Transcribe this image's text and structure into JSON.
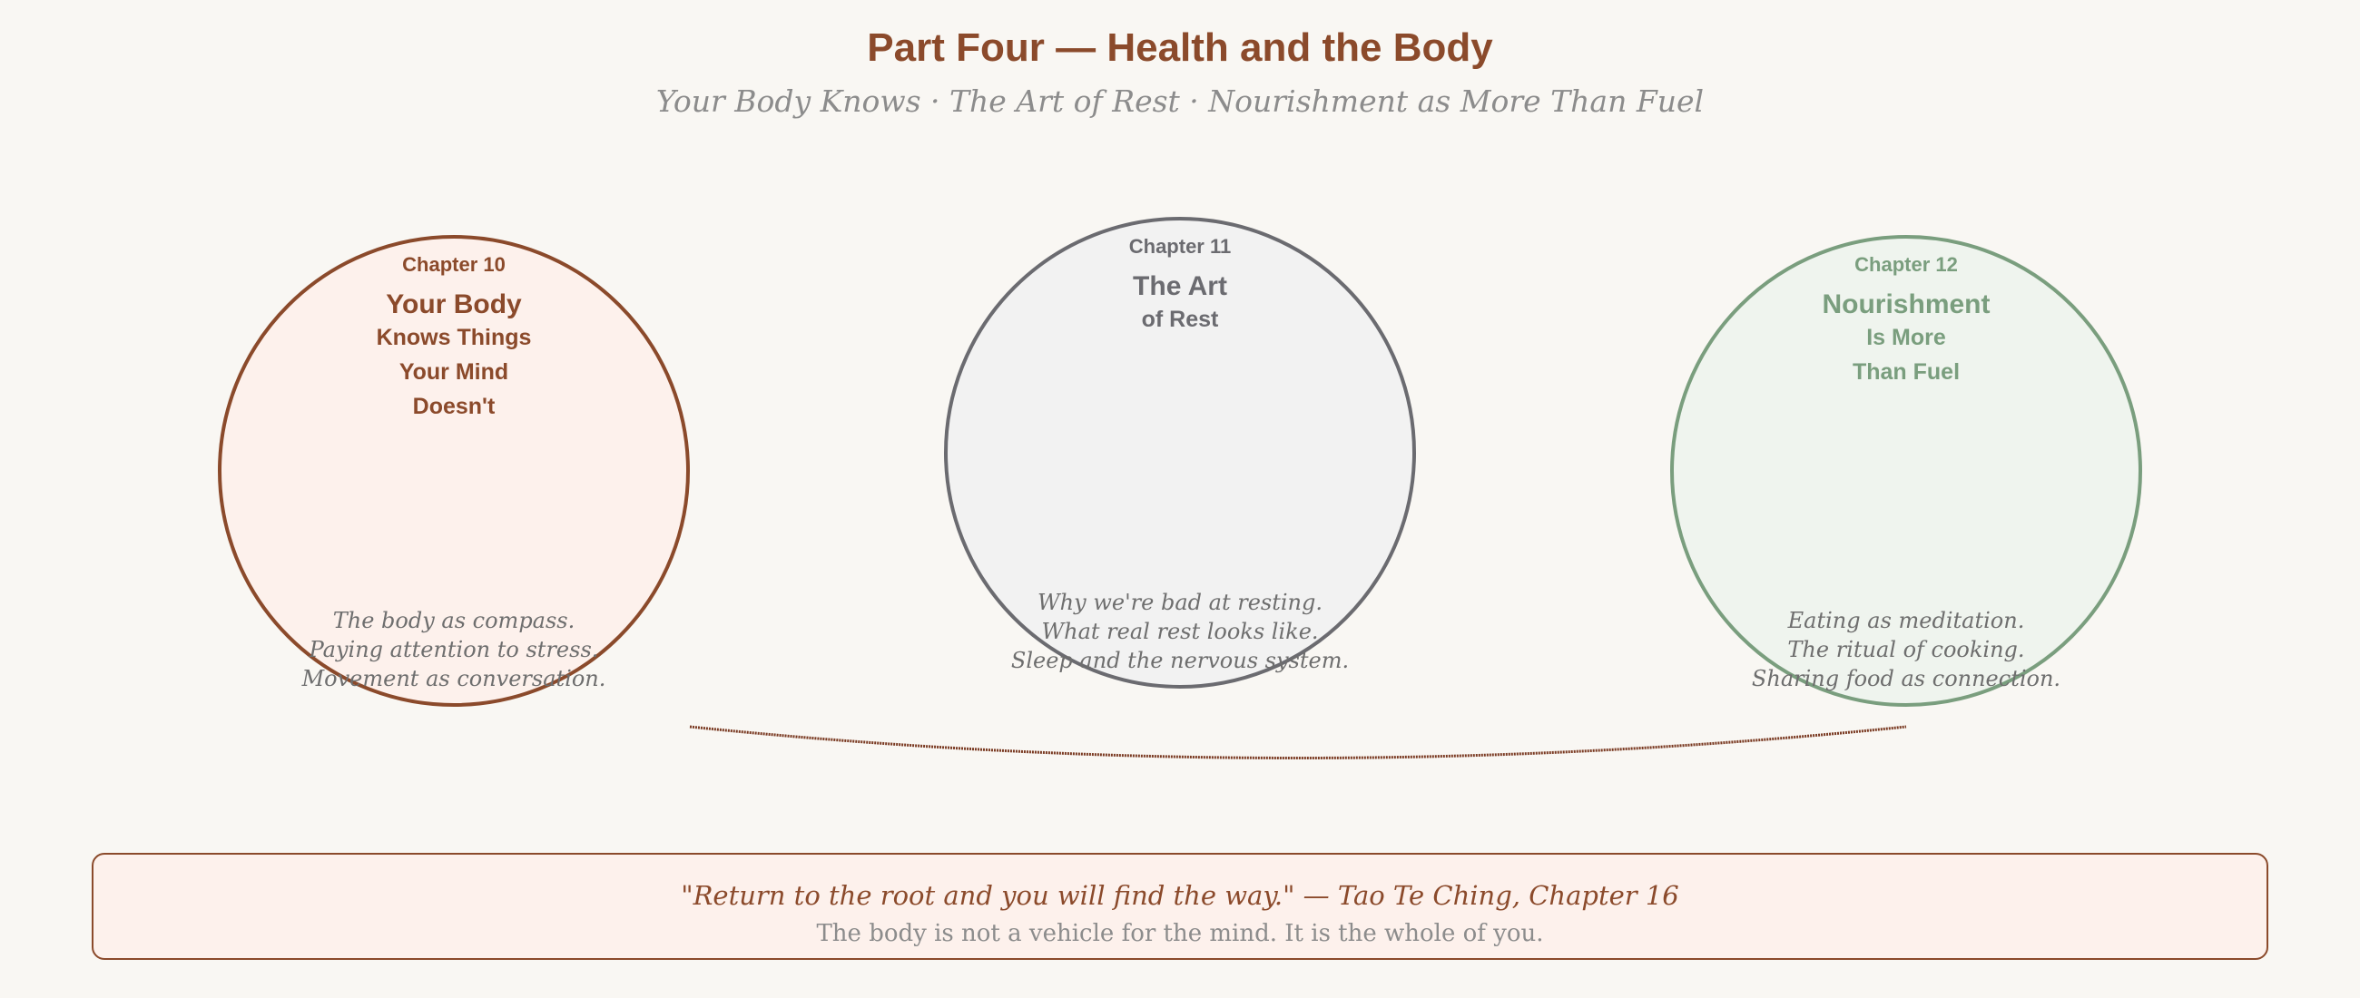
{
  "header": {
    "title": "Part Four — Health and the Body",
    "subtitle": "Your Body Knows · The Art of Rest · Nourishment as More Than Fuel"
  },
  "chapters": [
    {
      "number_label": "Chapter 10",
      "title_line1": "Your Body",
      "title_more": [
        "Knows Things",
        "Your Mind",
        "Doesn't"
      ],
      "topics": [
        "The body as compass.",
        "Paying attention to stress.",
        "Movement as conversation."
      ],
      "stroke": "#8b4a2b",
      "fill": "#fdf1ec"
    },
    {
      "number_label": "Chapter 11",
      "title_line1": "The Art",
      "title_more": [
        "of Rest"
      ],
      "topics": [
        "Why we're bad at resting.",
        "What real rest looks like.",
        "Sleep and the nervous system."
      ],
      "stroke": "#6b6b70",
      "fill": "#f2f2f2"
    },
    {
      "number_label": "Chapter 12",
      "title_line1": "Nourishment",
      "title_more": [
        "Is More",
        "Than Fuel"
      ],
      "topics": [
        "Eating as meditation.",
        "The ritual of cooking.",
        "Sharing food as connection."
      ],
      "stroke": "#7a9e7e",
      "fill": "#eff4ee"
    }
  ],
  "connector": {
    "stroke": "#7a3a22"
  },
  "footer": {
    "quote": "\"Return to the root and you will find the way.\" — Tao Te Ching, Chapter 16",
    "note": "The body is not a vehicle for the mind. It is the whole of you."
  }
}
